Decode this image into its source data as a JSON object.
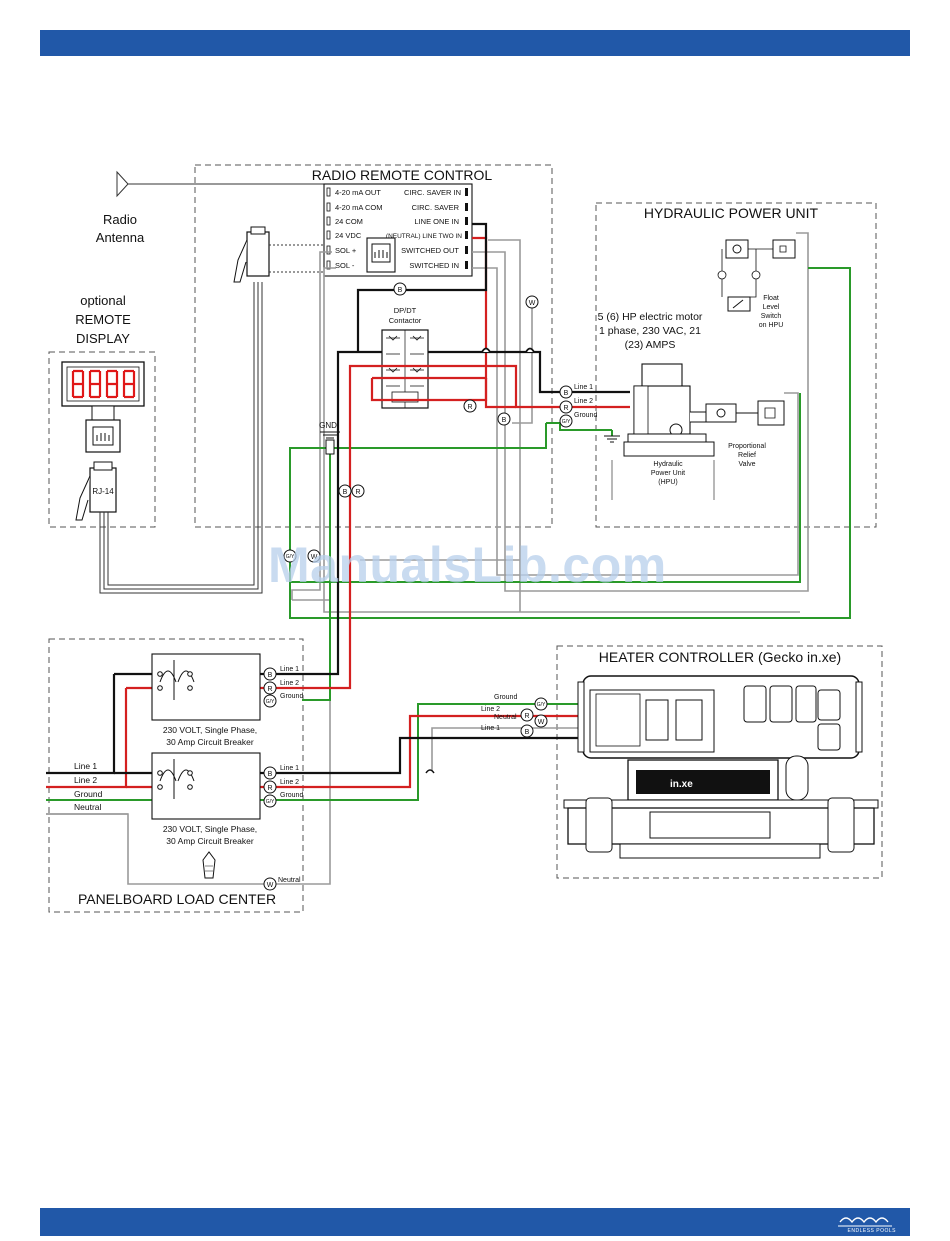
{
  "labels": {
    "radio_remote": "RADIO REMOTE CONTROL",
    "radio_antenna_1": "Radio",
    "radio_antenna_2": "Antenna",
    "optional_display_1": "optional",
    "optional_display_2": "REMOTE",
    "optional_display_3": "DISPLAY",
    "rj14": "RJ-14",
    "hydraulic": "HYDRAULIC POWER UNIT",
    "motor_1": "5 (6) HP electric motor",
    "motor_2": "1 phase, 230 VAC, 21",
    "motor_3": "(23) AMPS",
    "float_1": "Float",
    "float_2": "Level",
    "float_3": "Switch",
    "float_4": "on HPU",
    "relief_1": "Proportional",
    "relief_2": "Relief",
    "relief_3": "Valve",
    "hpu_1": "Hydraulic",
    "hpu_2": "Power Unit",
    "hpu_3": "(HPU)",
    "contactor_1": "DP/DT",
    "contactor_2": "Contactor",
    "gnd": "GND",
    "heater": "HEATER CONTROLLER (Gecko in.xe)",
    "heater_brand": "in.xe",
    "panelboard": "PANELBOARD LOAD CENTER",
    "breaker_1": "230 VOLT, Single Phase,",
    "breaker_2": "30 Amp Circuit Breaker",
    "line1": "Line 1",
    "line2": "Line 2",
    "ground": "Ground",
    "neutral": "Neutral",
    "watermark": "ManualsLib.com",
    "footer_logo": "ENDLESS POOLS"
  },
  "terminals_left": [
    "4-20 mA OUT",
    "4-20 mA COM",
    "24 COM",
    "24 VDC",
    "SOL +",
    "SOL -"
  ],
  "terminals_right": [
    "CIRC. SAVER IN",
    "CIRC. SAVER",
    "LINE ONE IN",
    "(NEUTRAL) LINE TWO IN",
    "SWITCHED OUT",
    "SWITCHED IN"
  ],
  "wire_tags": {
    "black": "B",
    "red": "R",
    "white": "W",
    "ground": "G/Y"
  },
  "colors": {
    "brand_blue": "#2158a8",
    "wire_black": "#111111",
    "wire_red": "#d42020",
    "wire_green": "#2a9a2a",
    "wire_white": "#9a9a9a",
    "display_red": "#e01818"
  }
}
